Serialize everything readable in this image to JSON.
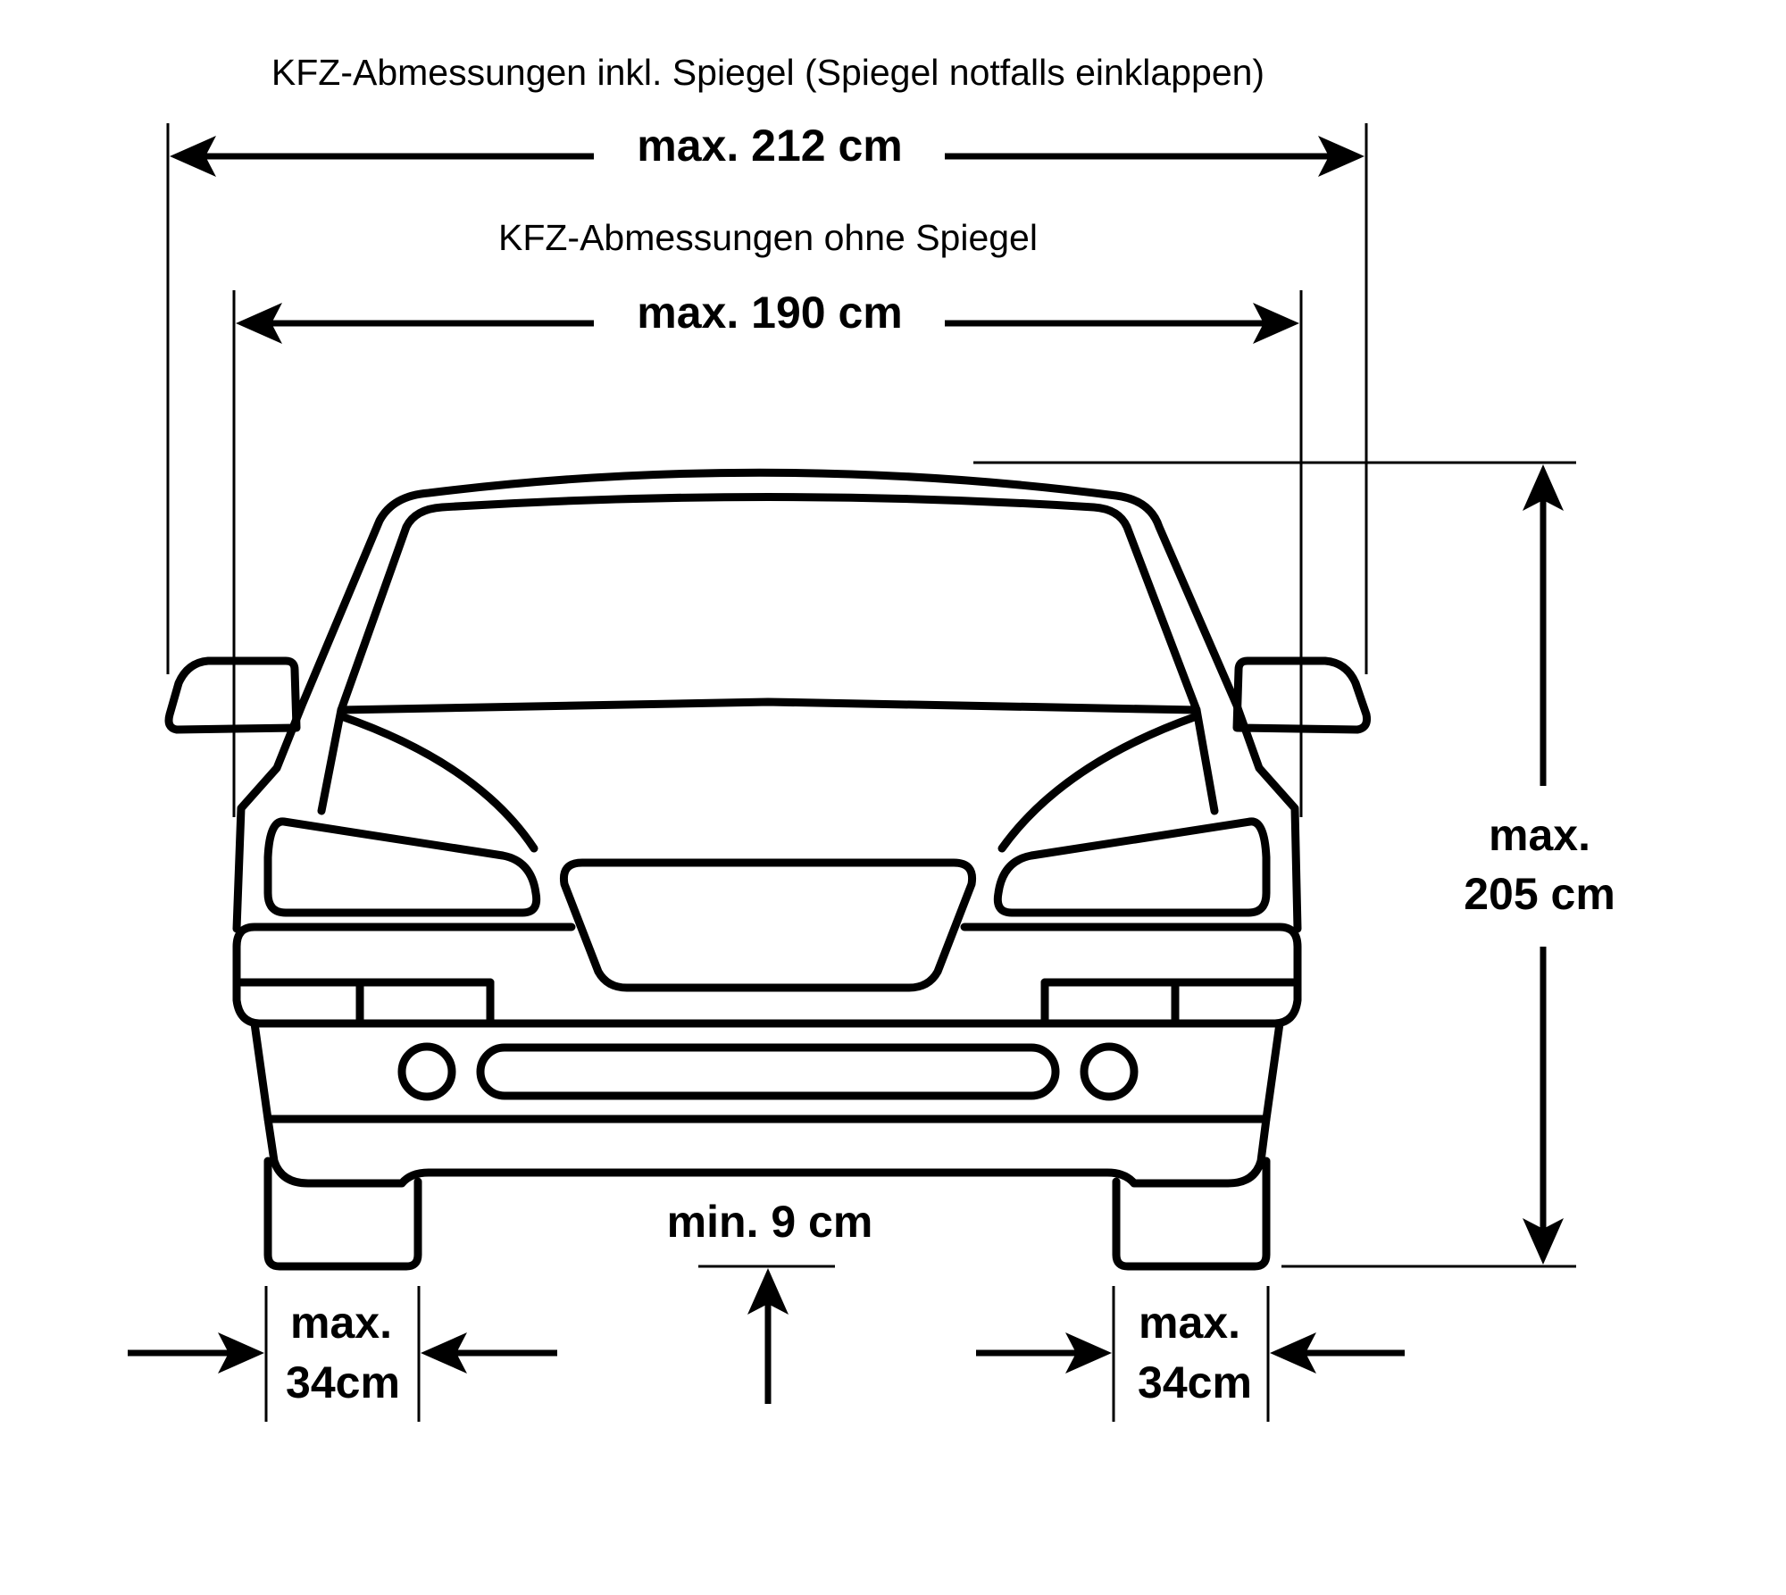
{
  "labels": {
    "total_width_caption": "KFZ-Abmessungen inkl. Spiegel (Spiegel notfalls einklappen)",
    "total_width_value": "max. 212 cm",
    "body_width_caption": "KFZ-Abmessungen ohne Spiegel",
    "body_width_value": "max. 190 cm",
    "height_value_line1": "max.",
    "height_value_line2": "205 cm",
    "clearance_value": "min. 9 cm",
    "left_tire_line1": "max.",
    "left_tire_line2": "34cm",
    "right_tire_line1": "max.",
    "right_tire_line2": "34cm"
  },
  "colors": {
    "line": "#000000",
    "background": "#ffffff"
  }
}
